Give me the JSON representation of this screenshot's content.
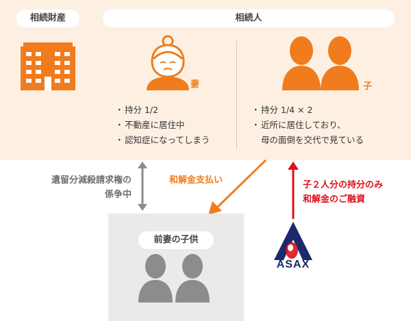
{
  "estate": {
    "label": "相続財産",
    "icon": "building-icon"
  },
  "heirs": {
    "label": "相続人",
    "wife": {
      "tag": "妻",
      "icon": "elderly-woman-icon",
      "bullets": [
        "持分 1/2",
        "不動産に居住中",
        "認知症になってしまう"
      ]
    },
    "children": {
      "tag": "子",
      "icon": "two-people-icon",
      "bullets": [
        "持分 1/4 × 2",
        "近所に居住しており、"
      ],
      "bullet_continuation": "母の面倒を交代で見ている"
    }
  },
  "bullet_marker": "・",
  "dispute": {
    "lines": [
      "遺留分減殺請求権の",
      "係争中"
    ],
    "color": "#707070"
  },
  "settlement": {
    "label": "和解金支払い",
    "color": "#f07c1d"
  },
  "financing": {
    "lines": [
      "子２人分の持分のみ",
      "和解金のご融資"
    ],
    "color": "#e0101a"
  },
  "ex_wife_children": {
    "label": "前妻の子供",
    "icon": "two-people-icon"
  },
  "logo": {
    "text": "ASAX",
    "icon": "asax-logo-icon"
  },
  "colors": {
    "accent": "#f07c1d",
    "panel": "#fdf0e3",
    "red": "#e0101a",
    "gray": "#8c8c8c",
    "box": "#eaeaea"
  }
}
